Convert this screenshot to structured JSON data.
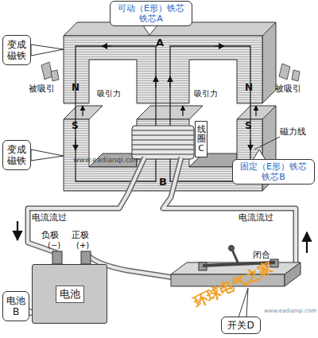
{
  "diagram": {
    "nodes": [
      {
        "text": [
          "可动（E形）铁芯 铁芯A"
        ]
      },
      {
        "text": [
          "变成磁铁"
        ]
      },
      {
        "text": [
          "线圈C"
        ]
      },
      {
        "text": [
          "变成磁铁"
        ]
      },
      {
        "text": [
          "固定（E形）铁芯 铁芯B"
        ]
      },
      {
        "text": [
          "电池"
        ]
      },
      {
        "text": [
          "电池B"
        ]
      },
      {
        "text": [
          "开关D"
        ]
      }
    ],
    "labels": [
      "A",
      "N",
      "N",
      "被吸引",
      "吸引力",
      "吸引力",
      "被吸引",
      "S",
      "S",
      "磁力线",
      "B",
      "www.eadianqi.com",
      "电流流过",
      "电流流过",
      "负极",
      "正极",
      "(−)",
      "(+)",
      "闭合",
      "环球电气之家",
      "www.eadianqi.com"
    ]
  }
}
